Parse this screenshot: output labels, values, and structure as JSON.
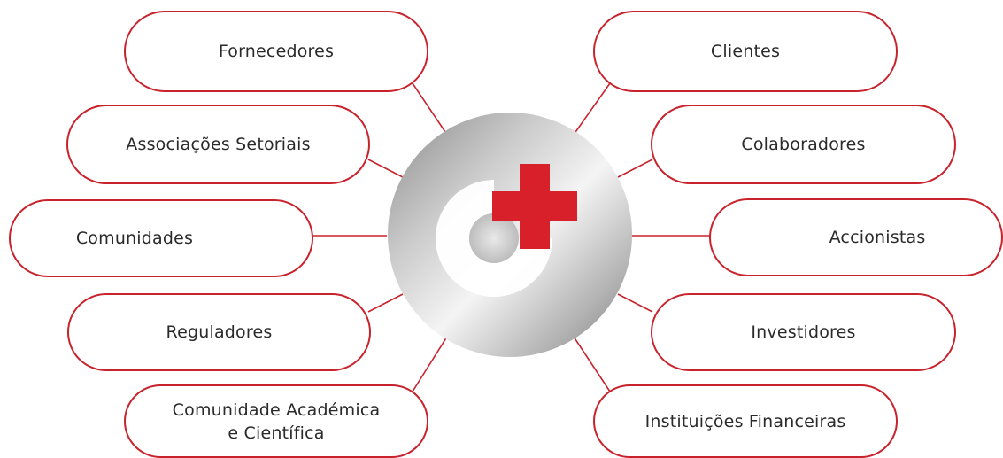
{
  "left_nodes": [
    {
      "label": "Fornecedores"
    },
    {
      "label": "Associações Setoriais"
    },
    {
      "label": "Comunidades"
    },
    {
      "label": "Reguladores"
    },
    {
      "label_line1": "Comunidade Académica",
      "label_line2": "e Científica"
    }
  ],
  "right_nodes": [
    {
      "label": "Clientes"
    },
    {
      "label": "Colaboradores"
    },
    {
      "label": "Accionistas"
    },
    {
      "label": "Investidores"
    },
    {
      "label": "Instituições Financeiras"
    }
  ],
  "colors": {
    "accent": "#c8232c",
    "cross": "#d8202a",
    "hub_light": "#f2f2f2",
    "hub_dark": "#8f8f8f"
  },
  "icons": {
    "hub_logo": "red-cross-logo-icon"
  }
}
